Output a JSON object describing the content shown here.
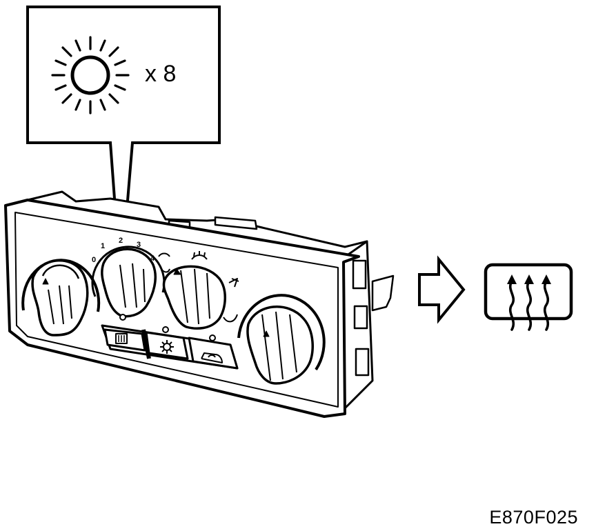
{
  "callout": {
    "repeat_text": "x 8",
    "icon": "sun-light-icon"
  },
  "panel": {
    "fan_scale_labels": [
      "0",
      "1",
      "2",
      "3",
      "4"
    ],
    "left_button_icon": "rear-defrost-icon",
    "middle_button_icon": "ac-snowflake-icon",
    "right_button_icon": "recirculation-icon"
  },
  "result_icon": "rear-window-defrost-icon",
  "arrow_icon": "outline-arrow-right-icon",
  "figure_code": "E870F025"
}
